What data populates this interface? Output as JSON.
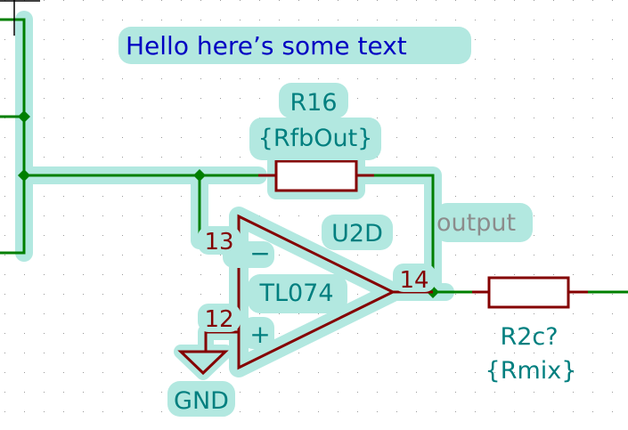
{
  "canvas": {
    "background": "#ffffff",
    "grid_color": "#9a9a9a"
  },
  "colors": {
    "wire": "#007f00",
    "symbol": "#840000",
    "highlight": "#b2e8e0",
    "field_text": "#007f7f",
    "note_text": "#0000c2",
    "net_label_text": "#8c8c8c"
  },
  "annotation": {
    "text": "Hello here’s some text"
  },
  "r16": {
    "reference": "R16",
    "value": "{RfbOut}"
  },
  "opamp": {
    "reference": "U2D",
    "value": "TL074",
    "pin_inverting": "13",
    "pin_noninverting": "12",
    "pin_output": "14",
    "minus_sign": "−",
    "plus_sign": "+"
  },
  "gnd": {
    "label": "GND"
  },
  "net_label": {
    "text": "output"
  },
  "r2c": {
    "reference": "R2c?",
    "value": "{Rmix}"
  }
}
